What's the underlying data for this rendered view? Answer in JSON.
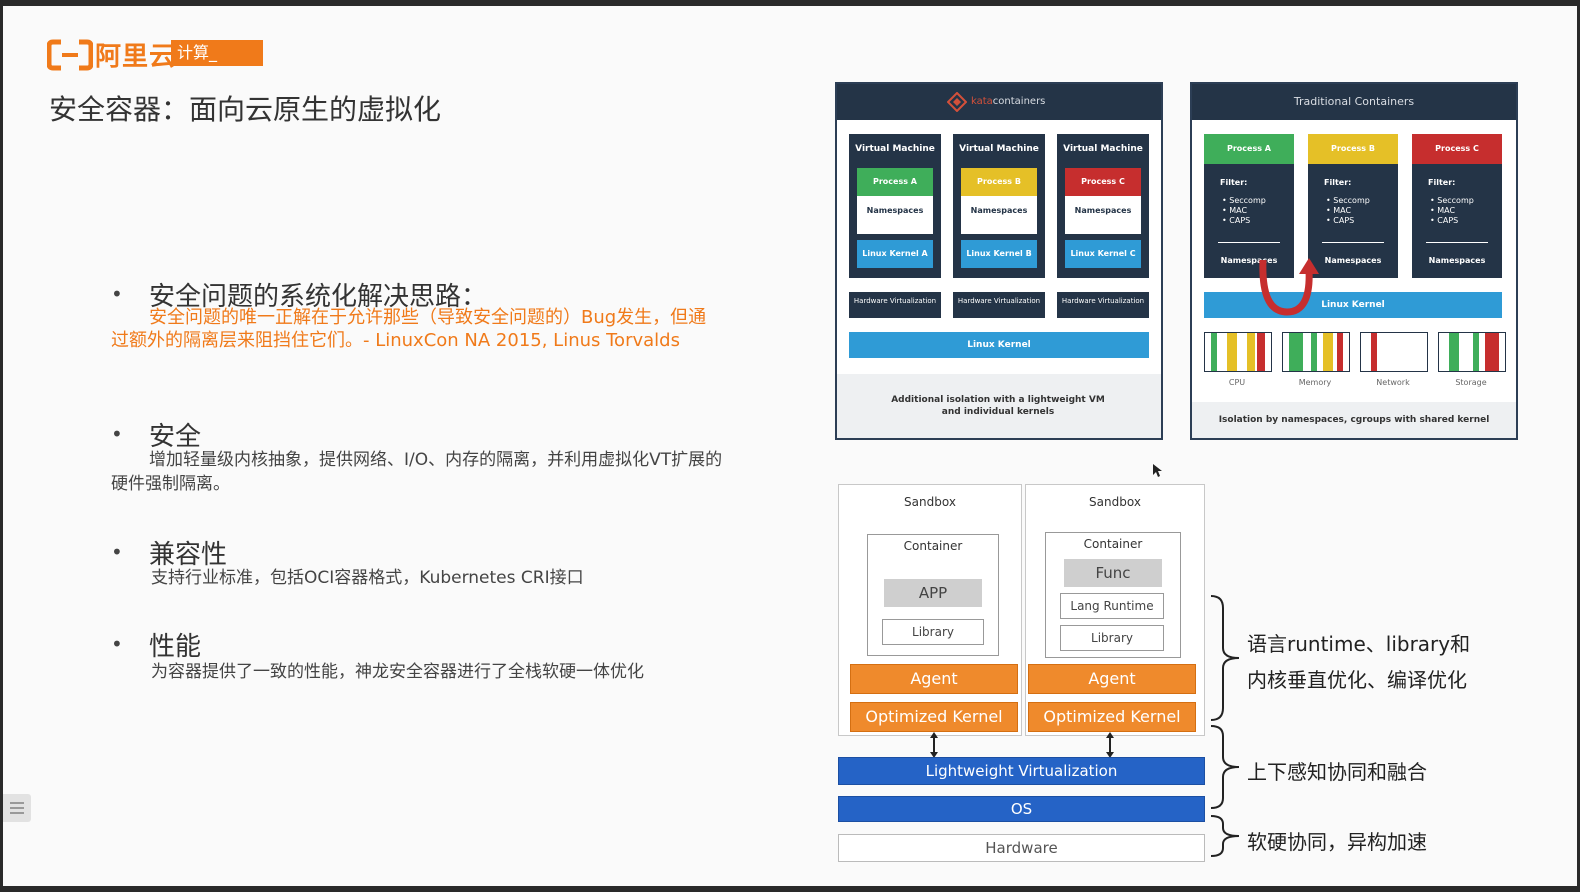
{
  "logo": {
    "text": "阿里云",
    "badge": "计算_"
  },
  "page_title": "安全容器：面向云原生的虚拟化",
  "bullets": [
    {
      "title": "安全问题的系统化解决思路：",
      "quote": "安全问题的唯一正解在于允许那些（导致安全问题的）Bug发生，但通过额外的隔离层来阻挡住它们。- LinuxCon NA 2015, Linus Torvalds"
    },
    {
      "title": "安全",
      "desc": "增加轻量级内核抽象，提供网络、I/O、内存的隔离，并利用虚拟化VT扩展的硬件强制隔离。"
    },
    {
      "title": "兼容性",
      "desc": "支持行业标准，包括OCI容器格式，Kubernetes CRI接口"
    },
    {
      "title": "性能",
      "desc": "为容器提供了一致的性能，神龙安全容器进行了全栈软硬一体优化"
    }
  ],
  "kata": {
    "brand_prefix": "kata",
    "brand_suffix": "containers",
    "vms": [
      {
        "title": "Virtual Machine",
        "process": "Process A",
        "namespaces": "Namespaces",
        "kernel": "Linux Kernel A",
        "hw": "Hardware Virtualization",
        "color": "#3fae5a"
      },
      {
        "title": "Virtual Machine",
        "process": "Process B",
        "namespaces": "Namespaces",
        "kernel": "Linux Kernel B",
        "hw": "Hardware Virtualization",
        "color": "#e5c027"
      },
      {
        "title": "Virtual Machine",
        "process": "Process C",
        "namespaces": "Namespaces",
        "kernel": "Linux Kernel C",
        "hw": "Hardware Virtualization",
        "color": "#c62e2e"
      }
    ],
    "linux_kernel": "Linux Kernel",
    "caption": "Additional isolation with a lightweight VM and individual kernels"
  },
  "traditional": {
    "title": "Traditional Containers",
    "processes": [
      {
        "name": "Process A",
        "color": "#3fae5a"
      },
      {
        "name": "Process B",
        "color": "#e5c027"
      },
      {
        "name": "Process C",
        "color": "#c62e2e"
      }
    ],
    "filter_title": "Filter:",
    "filter_items": [
      "• Seccomp",
      "• MAC",
      "• CAPS"
    ],
    "namespaces": "Namespaces",
    "linux_kernel": "Linux Kernel",
    "resources": [
      "CPU",
      "Memory",
      "Network",
      "Storage"
    ],
    "caption": "Isolation by namespaces, cgroups with shared kernel"
  },
  "sandboxes": [
    {
      "label": "Sandbox",
      "container": "Container",
      "app": "APP",
      "runtime": "",
      "library": "Library",
      "agent": "Agent",
      "kernel": "Optimized Kernel"
    },
    {
      "label": "Sandbox",
      "container": "Container",
      "app": "Func",
      "runtime": "Lang Runtime",
      "library": "Library",
      "agent": "Agent",
      "kernel": "Optimized Kernel"
    }
  ],
  "stack": {
    "virt": "Lightweight Virtualization",
    "os": "OS",
    "hardware": "Hardware"
  },
  "notes": [
    "语言runtime、library和",
    "内核垂直优化、编译优化",
    "上下感知协同和融合",
    "软硬协同，异构加速"
  ]
}
